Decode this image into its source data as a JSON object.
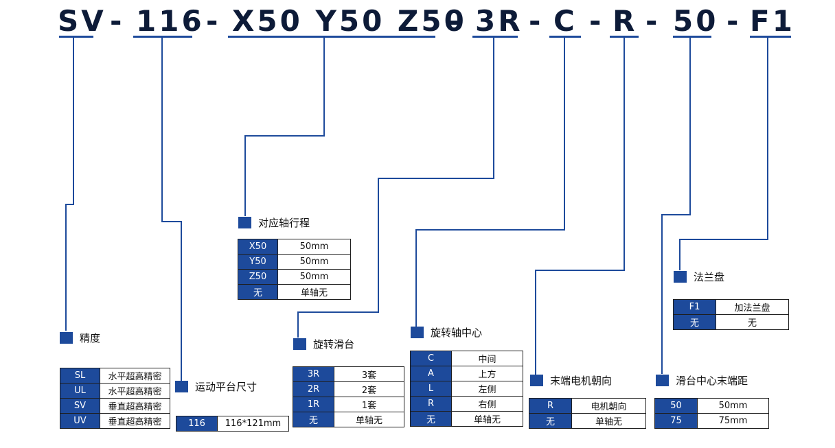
{
  "model_code": {
    "seg1": "SV",
    "seg2": "116",
    "seg3": "X50 Y50 Z50",
    "seg4": "3R",
    "seg5": "C",
    "seg6": "R",
    "seg7": "50",
    "seg8": "F1",
    "separator": "-"
  },
  "line_color": "#1d4a9b",
  "key_cell_color": "#1d4a9b",
  "groups": {
    "precision": {
      "title": "精度",
      "rows": [
        {
          "key": "SL",
          "value": "水平超高精密"
        },
        {
          "key": "UL",
          "value": "水平超高精密"
        },
        {
          "key": "SV",
          "value": "垂直超高精密"
        },
        {
          "key": "UV",
          "value": "垂直超高精密"
        }
      ]
    },
    "platform": {
      "title": "运动平台尺寸",
      "rows": [
        {
          "key": "116",
          "value": "116*121mm"
        }
      ]
    },
    "travel": {
      "title": "对应轴行程",
      "rows": [
        {
          "key": "X50",
          "value": "50mm"
        },
        {
          "key": "Y50",
          "value": "50mm"
        },
        {
          "key": "Z50",
          "value": "50mm"
        },
        {
          "key": "无",
          "value": "单轴无"
        }
      ]
    },
    "rotary_stage": {
      "title": "旋转滑台",
      "rows": [
        {
          "key": "3R",
          "value": "3套"
        },
        {
          "key": "2R",
          "value": "2套"
        },
        {
          "key": "1R",
          "value": "1套"
        },
        {
          "key": "无",
          "value": "单轴无"
        }
      ]
    },
    "rotary_center": {
      "title": "旋转轴中心",
      "rows": [
        {
          "key": "C",
          "value": "中间"
        },
        {
          "key": "A",
          "value": "上方"
        },
        {
          "key": "L",
          "value": "左侧"
        },
        {
          "key": "R",
          "value": "右侧"
        },
        {
          "key": "无",
          "value": "单轴无"
        }
      ]
    },
    "motor": {
      "title": "末端电机朝向",
      "rows": [
        {
          "key": "R",
          "value": "电机朝向"
        },
        {
          "key": "无",
          "value": "单轴无"
        }
      ]
    },
    "slide_distance": {
      "title": "滑台中心末端距",
      "rows": [
        {
          "key": "50",
          "value": "50mm"
        },
        {
          "key": "75",
          "value": "75mm"
        }
      ]
    },
    "flange": {
      "title": "法兰盘",
      "rows": [
        {
          "key": "F1",
          "value": "加法兰盘"
        },
        {
          "key": "无",
          "value": "无"
        }
      ]
    }
  }
}
